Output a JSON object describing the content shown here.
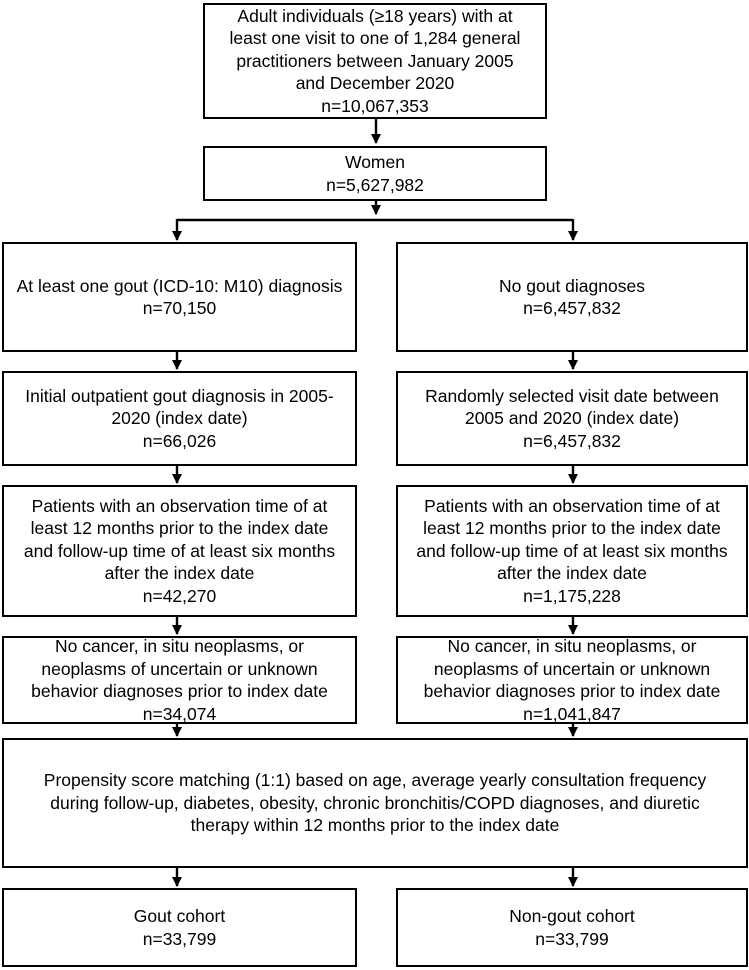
{
  "boxes": {
    "eligible": {
      "lines": [
        "Adult individuals (≥18 years) with at",
        "least one visit to one of 1,284 general",
        "practitioners between January 2005",
        "and December 2020"
      ],
      "n": "n=10,067,353"
    },
    "women": {
      "lines": [
        "Women"
      ],
      "n": "n=5,627,982"
    },
    "gout_dx": {
      "lines": [
        "At least one gout (ICD-10: M10) diagnosis"
      ],
      "n": "n=70,150"
    },
    "no_gout_dx": {
      "lines": [
        "No gout diagnoses"
      ],
      "n": "n=6,457,832"
    },
    "gout_index": {
      "lines": [
        "Initial outpatient gout diagnosis in 2005-",
        "2020 (index date)"
      ],
      "n": "n=66,026"
    },
    "no_gout_index": {
      "lines": [
        "Randomly selected visit date between",
        "2005 and 2020 (index date)"
      ],
      "n": "n=6,457,832"
    },
    "gout_observation": {
      "lines": [
        "Patients with an observation time of at",
        "least 12 months prior to the index date",
        "and follow-up time of at least six months",
        "after the index date"
      ],
      "n": "n=42,270"
    },
    "no_gout_observation": {
      "lines": [
        "Patients with an observation time of at",
        "least 12 months prior to the index date",
        "and follow-up time of at least six months",
        "after the index date"
      ],
      "n": "n=1,175,228"
    },
    "gout_no_cancer": {
      "lines": [
        "No cancer, in situ neoplasms, or",
        "neoplasms of uncertain or unknown",
        "behavior diagnoses prior to index date"
      ],
      "n": "n=34,074"
    },
    "no_gout_no_cancer": {
      "lines": [
        "No cancer, in situ neoplasms, or",
        "neoplasms of uncertain or unknown",
        "behavior diagnoses prior to index date"
      ],
      "n": "n=1,041,847"
    },
    "matching": {
      "lines": [
        "Propensity score matching (1:1) based on age, average yearly consultation frequency",
        "during follow-up, diabetes, obesity, chronic bronchitis/COPD diagnoses, and diuretic",
        "therapy within 12 months prior to the index date"
      ],
      "n": ""
    },
    "gout_cohort": {
      "lines": [
        "Gout cohort"
      ],
      "n": "n=33,799"
    },
    "non_gout_cohort": {
      "lines": [
        "Non-gout cohort"
      ],
      "n": "n=33,799"
    }
  }
}
